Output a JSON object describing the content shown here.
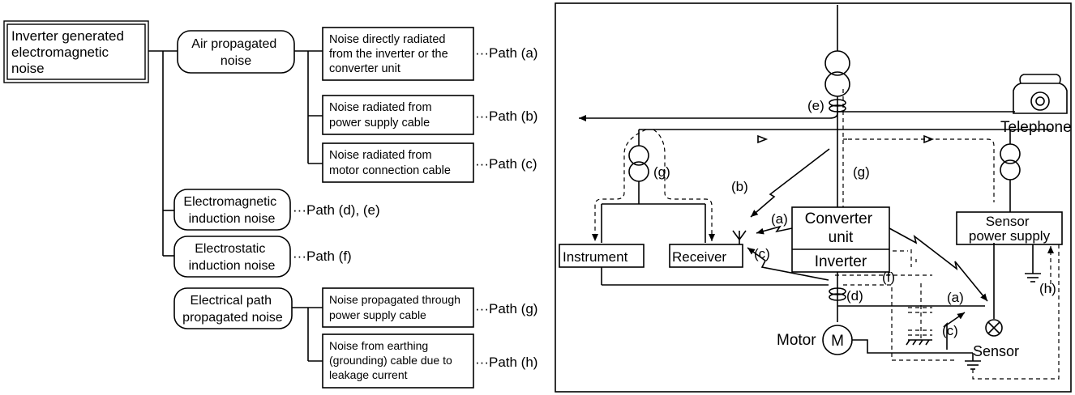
{
  "tree": {
    "root": [
      "Inverter generated",
      "electromagnetic",
      "noise"
    ],
    "air": [
      "Air propagated",
      "noise"
    ],
    "em_ind": [
      "Electromagnetic",
      "induction noise"
    ],
    "es_ind": [
      "Electrostatic",
      "induction noise"
    ],
    "elec": [
      "Electrical path",
      "propagated noise"
    ],
    "noise_a": [
      "Noise directly radiated",
      "from the inverter or the",
      "converter unit"
    ],
    "noise_b": [
      "Noise radiated from",
      "power supply cable"
    ],
    "noise_c": [
      "Noise radiated from",
      "motor connection cable"
    ],
    "noise_g": [
      "Noise propagated through",
      "power supply cable"
    ],
    "noise_h": [
      "Noise from earthing",
      "(grounding) cable due to",
      "leakage current"
    ],
    "path_a": "···Path (a)",
    "path_b": "···Path (b)",
    "path_c": "···Path (c)",
    "path_de": "···Path (d), (e)",
    "path_f": "···Path (f)",
    "path_g": "···Path (g)",
    "path_h": "···Path (h)"
  },
  "schematic": {
    "telephone": "Telephone",
    "converter": [
      "Converter",
      "unit"
    ],
    "inverter": "Inverter",
    "sensor_ps": [
      "Sensor",
      "power supply"
    ],
    "instrument": "Instrument",
    "receiver": "Receiver",
    "sensor": "Sensor",
    "motor": "Motor",
    "motor_symbol": "M",
    "lbl_a1": "(a)",
    "lbl_a2": "(a)",
    "lbl_b": "(b)",
    "lbl_c1": "(c)",
    "lbl_c2": "(c)",
    "lbl_d": "(d)",
    "lbl_e": "(e)",
    "lbl_f": "(f)",
    "lbl_g1": "(g)",
    "lbl_g2": "(g)",
    "lbl_h": "(h)"
  }
}
